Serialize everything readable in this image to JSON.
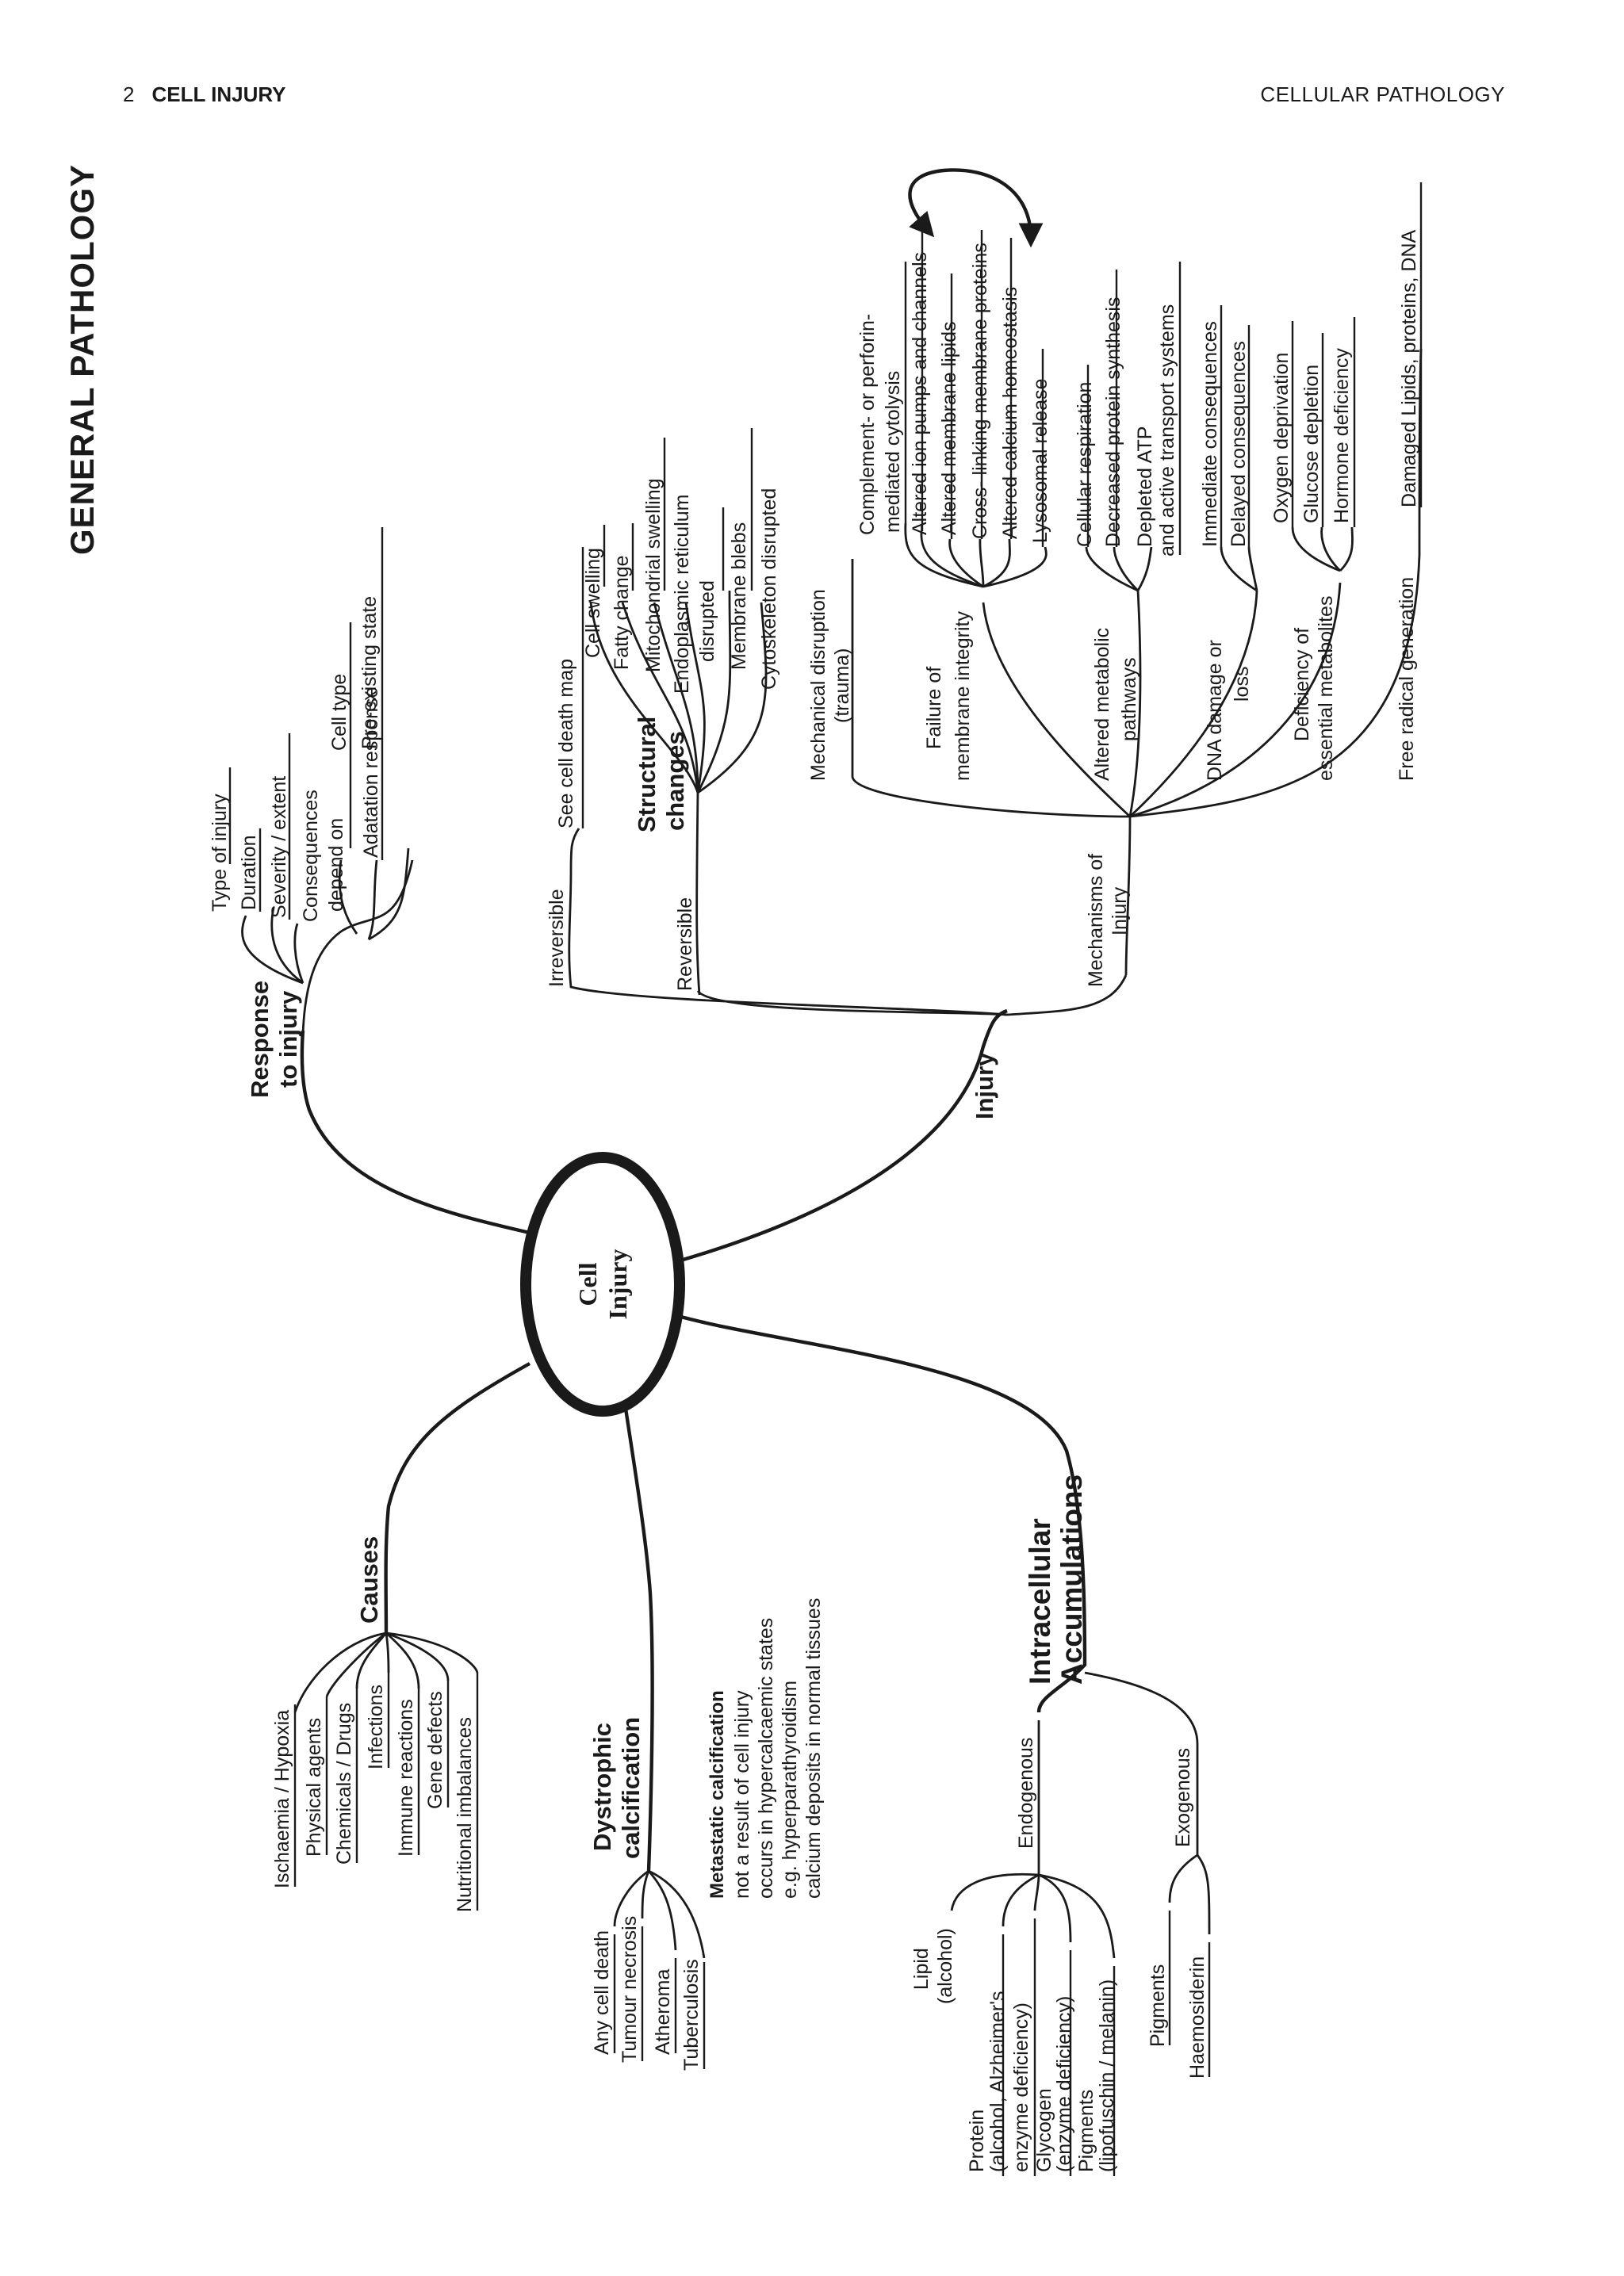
{
  "header": {
    "page_number": "2",
    "chapter": "CELL INJURY",
    "book_title": "CELLULAR PATHOLOGY",
    "side_tab": "GENERAL PATHOLOGY"
  },
  "center": {
    "line1": "Cell",
    "line2": "Injury"
  },
  "response": {
    "title1": "Response",
    "title2": "to injury",
    "items": [
      "Type of injury",
      "Duration",
      "Severity / extent"
    ],
    "consequences1": "Consequences",
    "consequences2": "depend on",
    "consequence_items": [
      "Cell type",
      "Pre-existing state",
      "Adatation response"
    ]
  },
  "injury": {
    "title": "Injury",
    "irreversible": "Irreversible",
    "see_cell_death": "See cell death map",
    "reversible": "Reversible",
    "structural1": "Structural",
    "structural2": "changes",
    "structural_items": [
      "Cell swelling",
      "Fatty change",
      "Mitochondrial swelling",
      "Endoplasmic reticulum",
      "disrupted",
      "Membrane blebs",
      "Cytoskeleton disrupted"
    ],
    "mechanisms1": "Mechanisms of",
    "mechanisms2": "Injury",
    "mechanical1": "Mechanical disruption",
    "mechanical2": "(trauma)",
    "membrane1": "Failure of",
    "membrane2": "membrane integrity",
    "membrane_items": [
      "Complement- or perforin-",
      "mediated cytolysis",
      "Altered ion pumps and channels",
      "Altered membrane lipids",
      "Cross- linking membrane proteins",
      "Altered calcium homeostasis",
      "Lysosomal release"
    ],
    "metabolic1": "Altered metabolic",
    "metabolic2": "pathways",
    "metabolic_items": [
      "Cellular respiration",
      "Decreased protein synthesis",
      "Depleted ATP",
      "and active transport systems"
    ],
    "dna1": "DNA damage or",
    "dna2": "loss",
    "dna_items": [
      "Immediate consequences",
      "Delayed consequences"
    ],
    "deficiency1": "Deficiency of",
    "deficiency2": "essential metabolites",
    "deficiency_items": [
      "Oxygen deprivation",
      "Glucose depletion",
      "Hormone deficiency"
    ],
    "free_radical": "Free radical generation",
    "free_radical_item": "Damaged Lipids, proteins, DNA"
  },
  "causes": {
    "title": "Causes",
    "items": [
      "Ischaemia / Hypoxia",
      "Physical agents",
      "Chemicals / Drugs",
      "Infections",
      "Immune reactions",
      "Gene defects",
      "Nutritional imbalances"
    ]
  },
  "dystrophic": {
    "title1": "Dystrophic",
    "title2": "calcification",
    "items": [
      "Any cell death",
      "Tumour necrosis",
      "Atheroma",
      "Tuberculosis"
    ]
  },
  "metastatic": {
    "title": "Metastatic calcification",
    "lines": [
      "not a result of cell injury",
      "occurs in hypercalcaemic states",
      "e.g. hyperparathyroidism",
      "calcium deposits in normal tissues"
    ]
  },
  "accumulations": {
    "title1": "Intracellular",
    "title2": "Accumulations",
    "endogenous": "Endogenous",
    "endogenous_items": [
      "Lipid",
      "(alcohol)",
      "Protein",
      "(alcohol, Alzheimer's",
      "enzyme deficiency)",
      "Glycogen",
      "(enzyme deficiency)",
      "Pigments",
      "(lipofuschin / melanin)"
    ],
    "exogenous": "Exogenous",
    "exogenous_items": [
      "Pigments",
      "Haemosiderin"
    ]
  }
}
